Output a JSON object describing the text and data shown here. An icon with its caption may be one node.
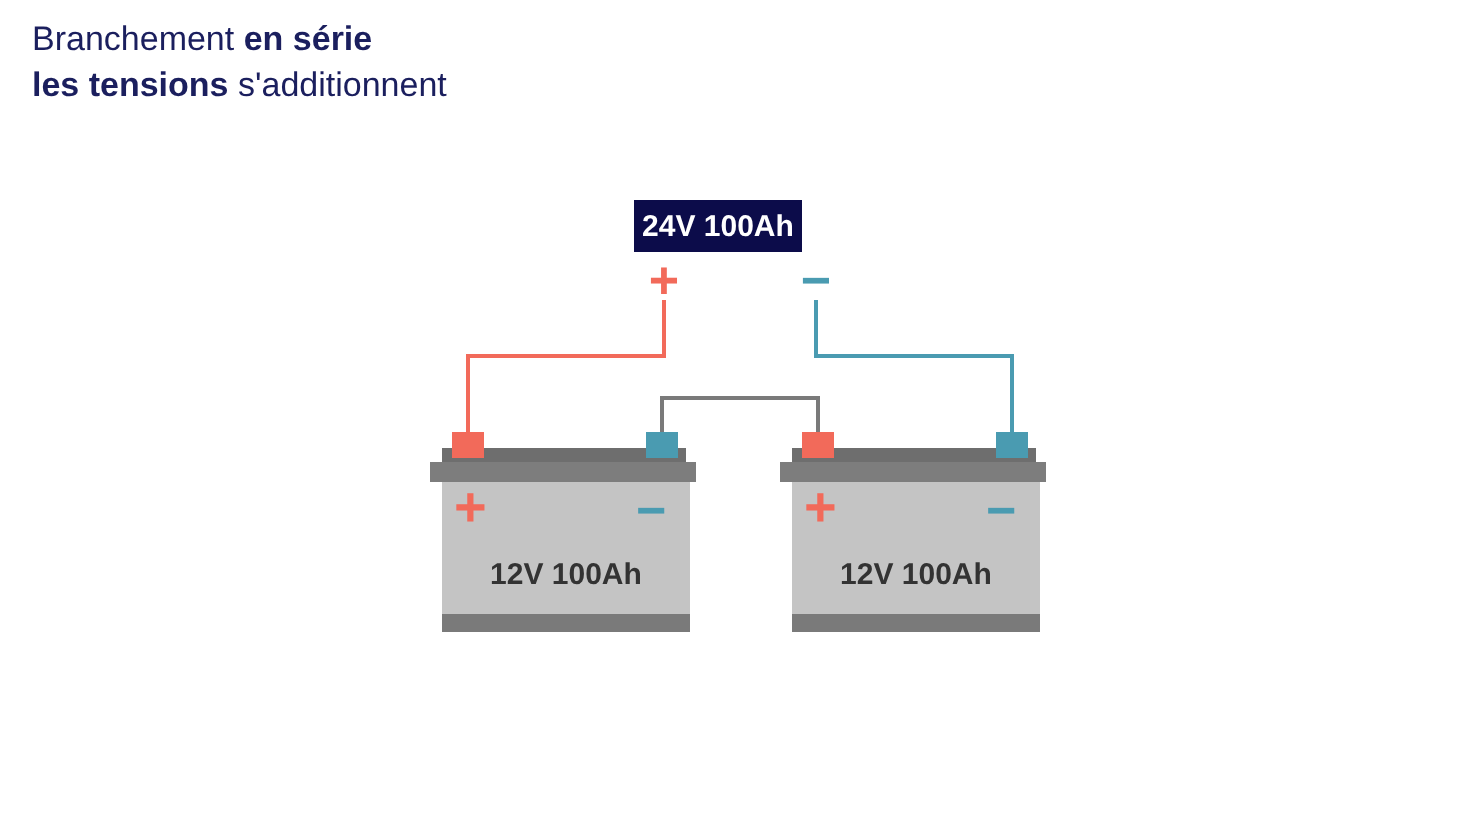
{
  "diagram": {
    "title": "Branchement **en série**",
    "labels": [
      "**les tensions** s'additionnent"
    ],
    "nodes": [
      {
        "text": [
          "24V 100Ah"
        ]
      },
      {
        "text": [
          "+"
        ]
      },
      {
        "text": [
          "−"
        ]
      },
      {
        "text": [
          "+",
          "−",
          "12V 100Ah"
        ]
      },
      {
        "text": [
          "+",
          "−",
          "12V 100Ah"
        ]
      },
      {
        "text": [],
        "shape": "box"
      },
      {
        "text": [],
        "shape": "box"
      },
      {
        "text": [],
        "shape": "box"
      },
      {
        "text": [],
        "shape": "box"
      }
    ],
    "edges": [
      {
        "from": 1,
        "to": 5,
        "arrow": "none",
        "color": "#f26a5a"
      },
      {
        "from": 2,
        "to": 8,
        "arrow": "none",
        "color": "#4a9bb1"
      },
      {
        "from": 6,
        "to": 7,
        "arrow": "none",
        "color": "#7a7a7a"
      }
    ]
  }
}
